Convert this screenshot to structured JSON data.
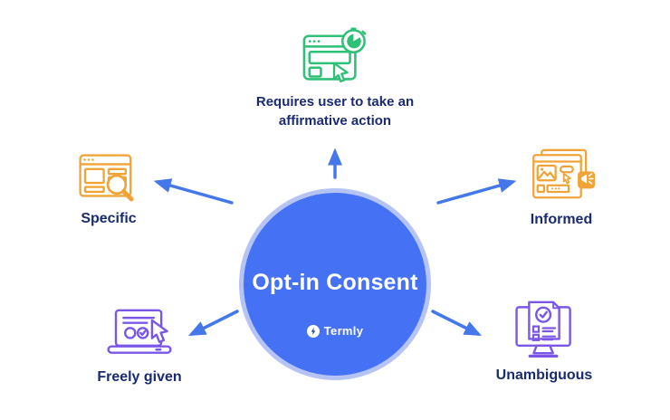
{
  "page": {
    "background": "#ffffff"
  },
  "center": {
    "title": "Opt-in Consent",
    "brand": "Termly",
    "circle_fill": "#4571f5",
    "circle_border": "#b5c4f5",
    "text_color": "#ffffff"
  },
  "nodes": {
    "top": {
      "label": "Requires user to take an affirmative action",
      "icon": "browser-stopwatch-cursor-icon",
      "icon_color": "#2fc077"
    },
    "left": {
      "label": "Specific",
      "icon": "browser-magnifier-icon",
      "icon_color": "#f0a437"
    },
    "right": {
      "label": "Informed",
      "icon": "webpage-megaphone-icon",
      "icon_color": "#f0a437"
    },
    "bottom_left": {
      "label": "Freely given",
      "icon": "laptop-checkmark-cursor-icon",
      "icon_color": "#7b57e8"
    },
    "bottom_right": {
      "label": "Unambiguous",
      "icon": "monitor-checklist-icon",
      "icon_color": "#7b57e8"
    }
  },
  "arrows": {
    "color": "#4478ea"
  },
  "label_color": "#1b2b72"
}
